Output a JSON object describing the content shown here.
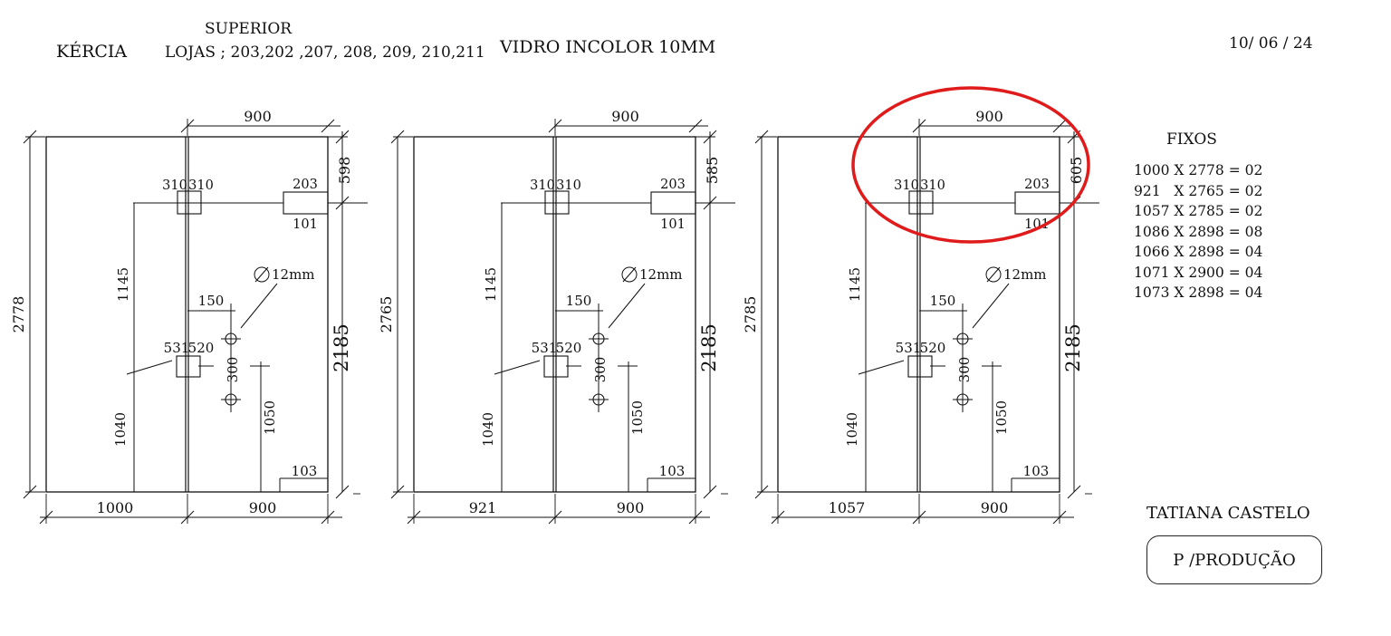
{
  "header": {
    "client": "KÉRCIA",
    "floor": "SUPERIOR",
    "stores": "LOJAS ; 203,202 ,207, 208, 209, 210,211",
    "material": "VIDRO INCOLOR 10MM",
    "date": "10/ 06 / 24"
  },
  "panels": [
    {
      "total_height": "2778",
      "top_right": "598",
      "door_height": "2185",
      "left_width": "1000",
      "right_width": "900",
      "top_width": "900",
      "hinge_top_l": "310",
      "hinge_top_r": "310",
      "lock_top": "203",
      "lock_bottom": "101",
      "pos_upper": "1145",
      "pos_lower": "1040",
      "offset": "150",
      "mid_l": "531",
      "mid_r": "520",
      "hole_spacing": "300",
      "handle_height": "1050",
      "bottom_block": "103",
      "hole_diameter": "12mm"
    },
    {
      "total_height": "2765",
      "top_right": "585",
      "door_height": "2185",
      "left_width": "921",
      "right_width": "900",
      "top_width": "900",
      "hinge_top_l": "310",
      "hinge_top_r": "310",
      "lock_top": "203",
      "lock_bottom": "101",
      "pos_upper": "1145",
      "pos_lower": "1040",
      "offset": "150",
      "mid_l": "531",
      "mid_r": "520",
      "hole_spacing": "300",
      "handle_height": "1050",
      "bottom_block": "103",
      "hole_diameter": "12mm"
    },
    {
      "total_height": "2785",
      "top_right": "605",
      "door_height": "2185",
      "left_width": "1057",
      "right_width": "900",
      "top_width": "900",
      "hinge_top_l": "310",
      "hinge_top_r": "310",
      "lock_top": "203",
      "lock_bottom": "101",
      "pos_upper": "1145",
      "pos_lower": "1040",
      "offset": "150",
      "mid_l": "531",
      "mid_r": "520",
      "hole_spacing": "300",
      "handle_height": "1050",
      "bottom_block": "103",
      "hole_diameter": "12mm"
    }
  ],
  "fixos": {
    "title": "FIXOS",
    "items": [
      "1000 X 2778 = 02",
      "921   X 2765 = 02",
      "1057 X 2785 = 02",
      "1086 X 2898 = 08",
      "1066 X 2898 = 04",
      "1071 X 2900 = 04",
      "1073 X 2898 = 04"
    ]
  },
  "signer": "TATIANA CASTELO",
  "stamp": "P /PRODUÇÃO",
  "colors": {
    "ink": "#111111",
    "highlight": "#e01b1b"
  }
}
